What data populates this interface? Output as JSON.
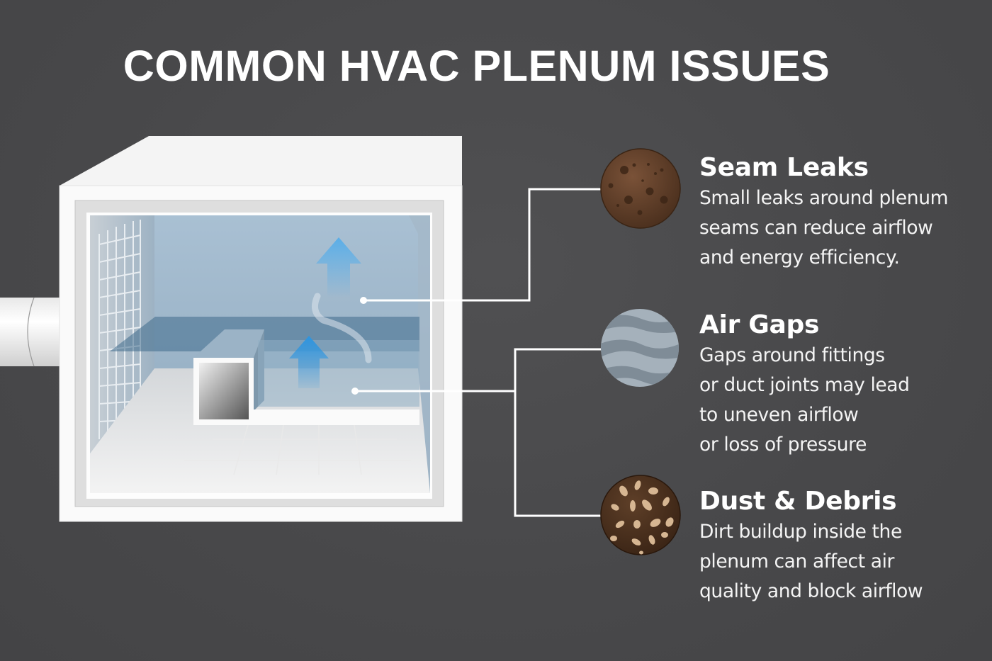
{
  "title": "COMMON HVAC PLENUM ISSUES",
  "colors": {
    "background": "#4a4a4c",
    "text": "#ffffff",
    "connector": "#ffffff",
    "airflow_arrow": "#3b9be0",
    "plenum_interior": "#9fb8cc",
    "seam_leaks_icon": "#5a3a25",
    "air_gaps_icon": "#8e9aa5",
    "dust_icon": "#4a3020"
  },
  "diagram": {
    "subject": "plenum-box-cutaway",
    "components": [
      "inlet-pipe",
      "grille-wall",
      "inner-duct",
      "airflow-arrow-upper",
      "airflow-arrow-lower",
      "air-swirl"
    ]
  },
  "issues": [
    {
      "icon": "seam-leaks-icon",
      "title": "Seam Leaks",
      "lines": [
        "Small leaks around plenum",
        "seams can reduce airflow",
        "and energy efficiency."
      ]
    },
    {
      "icon": "air-gaps-icon",
      "title": "Air Gaps",
      "lines": [
        "Gaps around fittings",
        "or duct joints may lead",
        "to uneven airflow",
        "or loss of pressure"
      ]
    },
    {
      "icon": "dust-debris-icon",
      "title": "Dust & Debris",
      "lines": [
        "Dirt buildup inside the",
        "plenum can affect air",
        "quality and block airflow"
      ]
    }
  ]
}
